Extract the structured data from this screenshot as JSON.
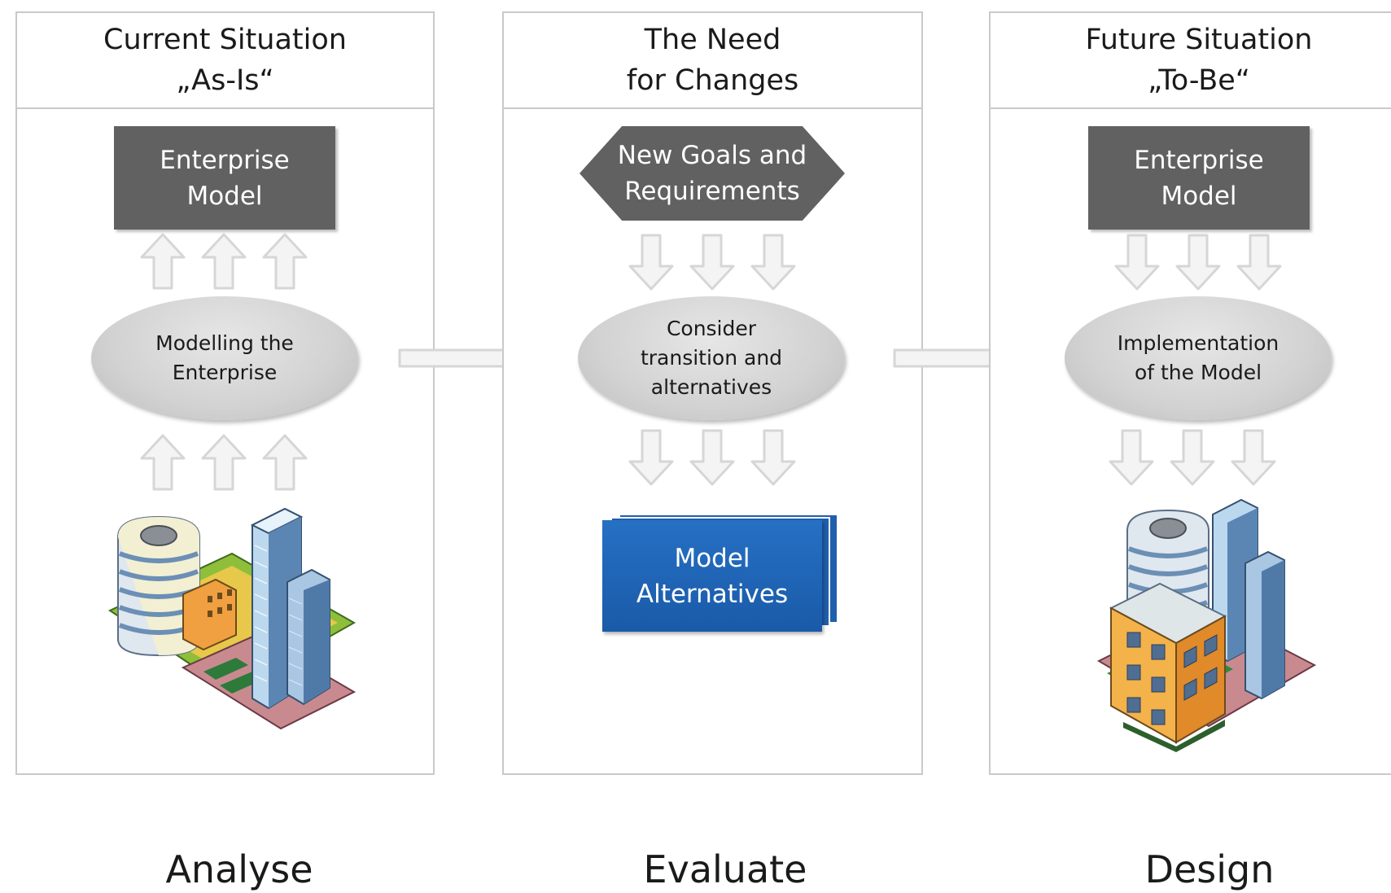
{
  "panels": {
    "as_is": {
      "title_line1": "Current Situation",
      "title_line2": "„As-Is“",
      "model_box_line1": "Enterprise",
      "model_box_line2": "Model",
      "process_line1": "Modelling the",
      "process_line2": "Enterprise",
      "phase": "Analyse"
    },
    "need": {
      "title_line1": "The Need",
      "title_line2": "for Changes",
      "goals_line1": "New Goals and",
      "goals_line2": "Requirements",
      "process_line1": "Consider",
      "process_line2": "transition and",
      "process_line3": "alternatives",
      "alternatives_line1": "Model",
      "alternatives_line2": "Alternatives",
      "phase": "Evaluate"
    },
    "to_be": {
      "title_line1": "Future Situation",
      "title_line2": "„To-Be“",
      "model_box_line1": "Enterprise",
      "model_box_line2": "Model",
      "process_line1": "Implementation",
      "process_line2": "of the Model",
      "phase": "Design"
    }
  },
  "colors": {
    "panel_border": "#c9c9c9",
    "model_box": "#616161",
    "ellipse": "#d2d2d2",
    "alternatives": "#1f5fad",
    "arrow_fill": "#f4f4f4",
    "arrow_stroke": "#d6d6d6"
  },
  "icons": {
    "up_arrow": "hollow-up-arrow-icon",
    "down_arrow": "hollow-down-arrow-icon",
    "flow_arrow": "hollow-right-arrow-icon",
    "building_current": "office-buildings-icon",
    "building_future": "office-buildings-with-new-building-icon"
  }
}
